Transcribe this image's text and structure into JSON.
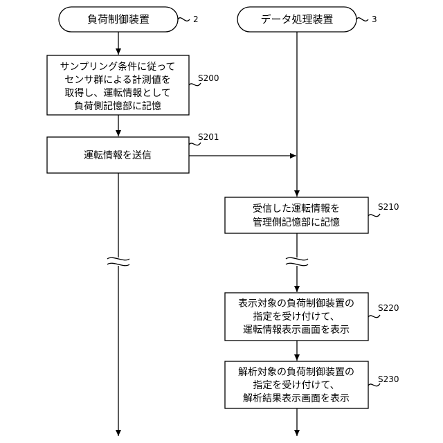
{
  "left_terminal": {
    "label": "負荷制御装置",
    "ref": "2"
  },
  "right_terminal": {
    "label": "データ処理装置",
    "ref": "3"
  },
  "steps": {
    "s200": {
      "id": "S200",
      "lines": [
        "サンプリング条件に従って",
        "センサ群による計測値を",
        "取得し、運転情報として",
        "負荷側記憶部に記憶"
      ]
    },
    "s201": {
      "id": "S201",
      "lines": [
        "運転情報を送信"
      ]
    },
    "s210": {
      "id": "S210",
      "lines": [
        "受信した運転情報を",
        "管理側記憶部に記憶"
      ]
    },
    "s220": {
      "id": "S220",
      "lines": [
        "表示対象の負荷制御装置の",
        "指定を受け付けて、",
        "運転情報表示画面を表示"
      ]
    },
    "s230": {
      "id": "S230",
      "lines": [
        "解析対象の負荷制御装置の",
        "指定を受け付けて、",
        "解析結果表示画面を表示"
      ]
    }
  }
}
